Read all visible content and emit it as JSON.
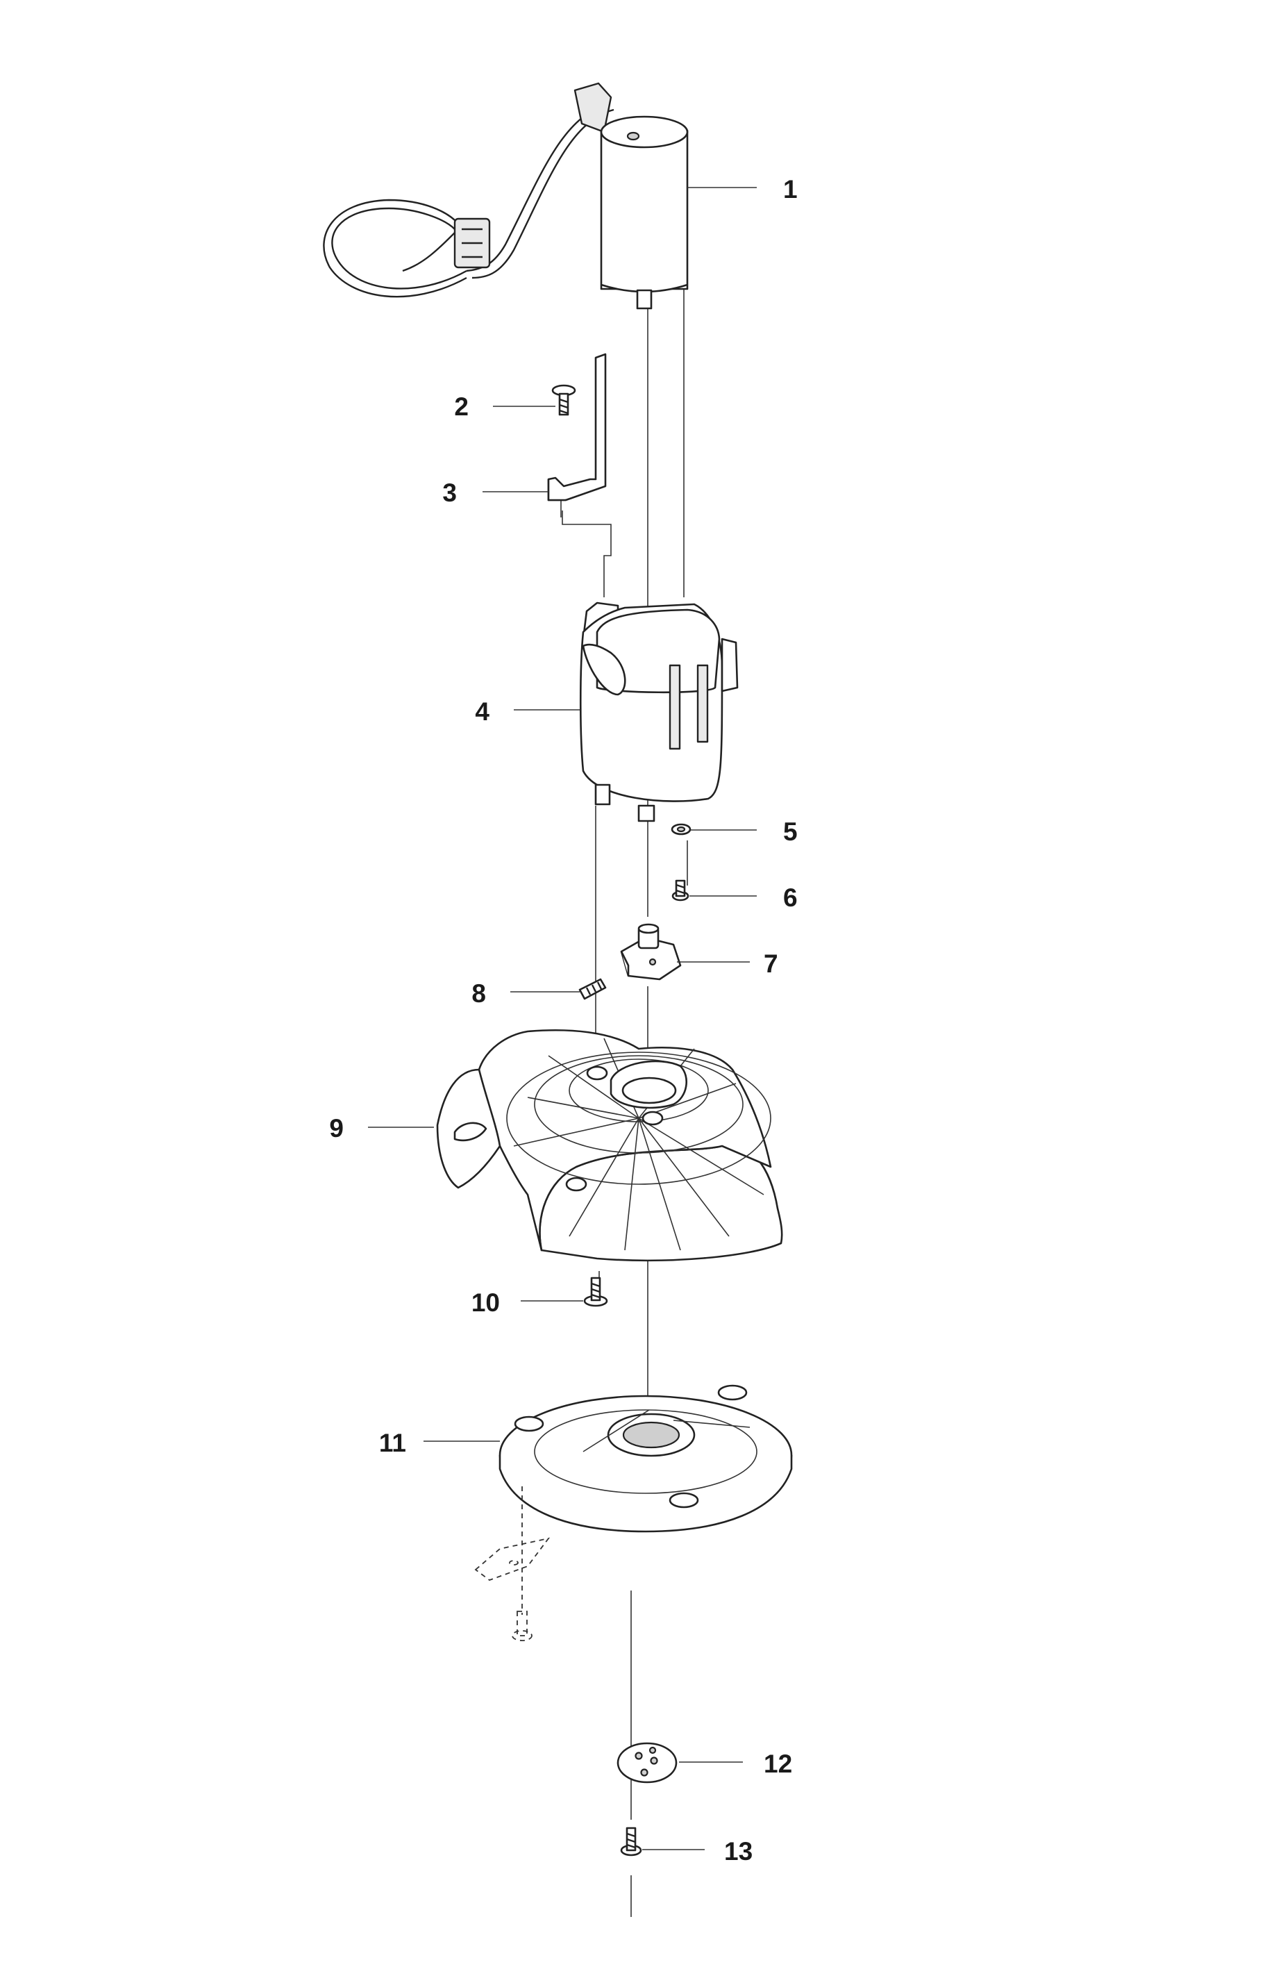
{
  "diagram": {
    "part_labels": [
      "1",
      "2",
      "3",
      "4",
      "5",
      "6",
      "7",
      "8",
      "9",
      "10",
      "11",
      "12",
      "13"
    ]
  }
}
